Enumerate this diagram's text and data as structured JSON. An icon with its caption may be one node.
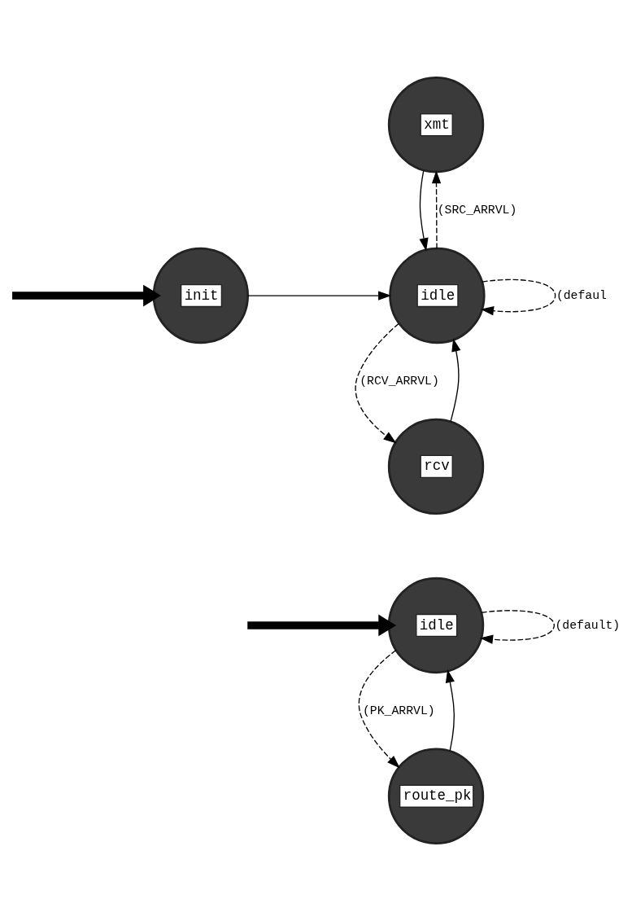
{
  "diagram": {
    "nodes": [
      {
        "text": [
          "xmt"
        ]
      },
      {
        "text": [
          "init"
        ]
      },
      {
        "text": [
          "idle"
        ]
      },
      {
        "text": [
          "rcv"
        ]
      },
      {
        "text": [
          "idle"
        ]
      },
      {
        "text": [
          "route_pk"
        ]
      }
    ],
    "edges": [
      {
        "from": 0,
        "to": 2,
        "arrow": "to"
      },
      {
        "from": 2,
        "to": 0,
        "arrow": "to",
        "style": "dashed",
        "label": "(SRC_ARRVL)"
      },
      {
        "from": null,
        "to": 1,
        "arrow": "to",
        "style": "thick"
      },
      {
        "from": 1,
        "to": 2,
        "arrow": "to"
      },
      {
        "from": 2,
        "to": 2,
        "arrow": "to",
        "style": "dashed",
        "label": "(defaul"
      },
      {
        "from": 3,
        "to": 2,
        "arrow": "to"
      },
      {
        "from": 2,
        "to": 3,
        "arrow": "to",
        "style": "dashed",
        "label": "(RCV_ARRVL)"
      },
      {
        "from": 4,
        "to": 4,
        "arrow": "to",
        "style": "dashed",
        "label": "(default)"
      },
      {
        "from": null,
        "to": 4,
        "arrow": "to",
        "style": "thick"
      },
      {
        "from": 5,
        "to": 4,
        "arrow": "to"
      },
      {
        "from": 4,
        "to": 5,
        "arrow": "to",
        "style": "dashed",
        "label": "(PK_ARRVL)"
      }
    ]
  }
}
